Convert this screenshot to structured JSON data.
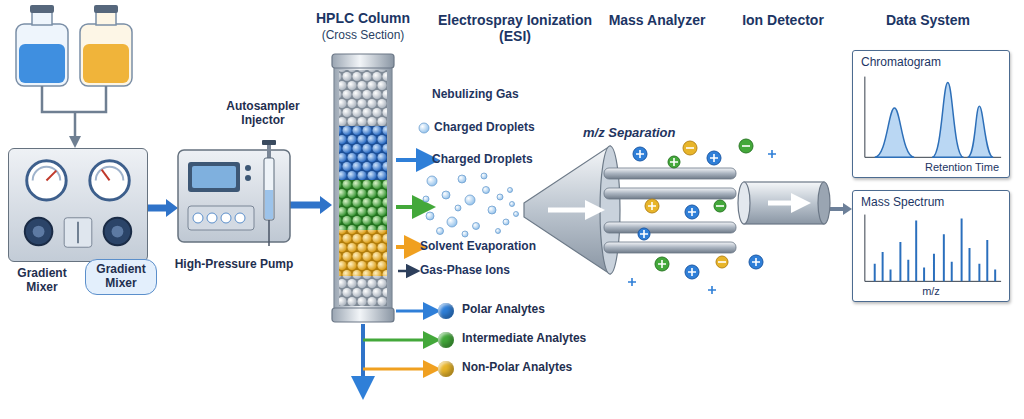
{
  "diagram": {
    "nodes": [
      {
        "text": [
          "Gradient Mixer"
        ]
      },
      {
        "text": [
          "Gradient Mixer"
        ],
        "in": 0
      },
      {
        "text": [
          "Autosampler Injector",
          "High-Pressure Pump"
        ]
      },
      {
        "text": [
          "HPLC Column",
          "(Cross Section)"
        ]
      },
      {
        "text": [
          "Ion Detector"
        ]
      },
      {
        "text": [
          "Chromatogram",
          "Retention Time"
        ]
      },
      {
        "text": [
          "Mass Spectrum",
          "m/z"
        ]
      }
    ],
    "edges": [
      {
        "from": 0,
        "to": 2,
        "arrow": "to"
      },
      {
        "from": 2,
        "to": 3,
        "arrow": "to"
      },
      {
        "from": 4,
        "to": 6,
        "arrow": "to"
      }
    ],
    "labels": [
      "Electrospray Ionization (ESI)",
      "Mass Analyzer",
      "Data System",
      "Nebulizing Gas",
      "Charged Droplets",
      "Charged Droplets",
      "Solvent Evaporation",
      "Gas-Phase Ions",
      "m/z Separation"
    ],
    "legend": [
      {
        "text": "Polar Analytes",
        "color": "#2f7fd8"
      },
      {
        "text": "Intermediate Analytes",
        "color": "#43a83a"
      },
      {
        "text": "Non-Polar Analytes",
        "color": "#e8b52a"
      }
    ]
  }
}
